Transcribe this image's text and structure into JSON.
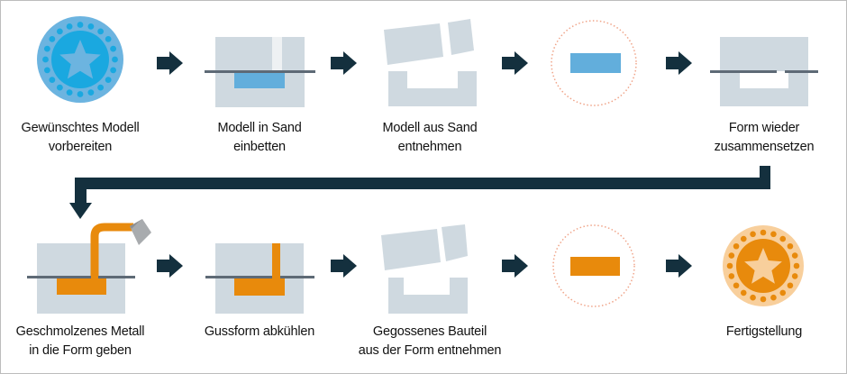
{
  "title": "Sandguss Prozess",
  "colors": {
    "arrow": "#14303e",
    "sand": "#cfd9e0",
    "parting_line": "#5e6a76",
    "model_blue": "#62aedc",
    "coin_blue_outer": "#6cb4e0",
    "coin_blue_inner": "#1aa8e0",
    "metal_orange": "#e88a0c",
    "coin_orange_outer": "#f8cf9c",
    "ladle": "#a8abae",
    "dotted_circle": "#f0a58a"
  },
  "steps": [
    {
      "id": 1,
      "row": 1,
      "icon": "blue-coin-with-star-icon",
      "lines": [
        "Gewünschtes Modell",
        "vorbereiten"
      ]
    },
    {
      "id": 2,
      "row": 1,
      "icon": "model-embedded-in-sand-icon",
      "lines": [
        "Modell in Sand",
        "einbetten"
      ]
    },
    {
      "id": 3,
      "row": 1,
      "icon": "open-sand-mold-icon",
      "lines": [
        "Modell aus Sand",
        "entnehmen"
      ]
    },
    {
      "id": 4,
      "row": 1,
      "icon": "removed-model-icon",
      "lines": []
    },
    {
      "id": 5,
      "row": 1,
      "icon": "reassembled-mold-icon",
      "lines": [
        "Form wieder",
        "zusammensetzen"
      ]
    },
    {
      "id": 6,
      "row": 2,
      "icon": "pouring-metal-icon",
      "lines": [
        "Geschmolzenes Metall",
        "in die Form geben"
      ]
    },
    {
      "id": 7,
      "row": 2,
      "icon": "cooling-mold-icon",
      "lines": [
        "Gussform abkühlen"
      ]
    },
    {
      "id": 8,
      "row": 2,
      "icon": "open-mold-casting-removed-icon",
      "lines": [
        "Gegossenes Bauteil",
        "aus der Form entnehmen"
      ]
    },
    {
      "id": 9,
      "row": 2,
      "icon": "cast-part-icon",
      "lines": []
    },
    {
      "id": 10,
      "row": 2,
      "icon": "orange-coin-with-star-icon",
      "lines": [
        "Fertigstellung"
      ]
    }
  ]
}
